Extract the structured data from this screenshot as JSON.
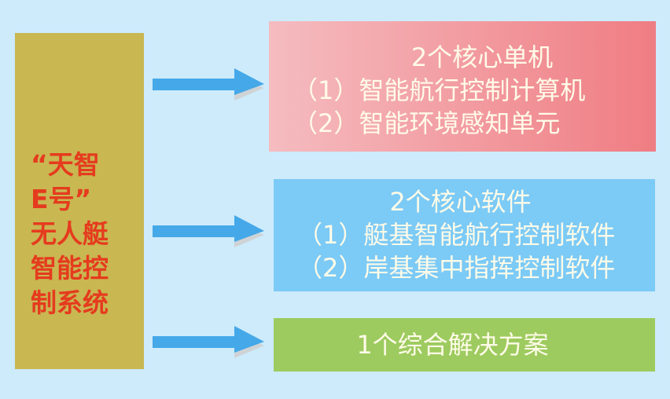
{
  "system": {
    "lines": [
      "“天智",
      "E号”",
      "无人艇",
      "智能控",
      "制系统"
    ]
  },
  "hardware": {
    "title": "2个核心单机",
    "items": [
      "（1）智能航行控制计算机",
      "（2）智能环境感知单元"
    ]
  },
  "software": {
    "title": "2个核心软件",
    "items": [
      "（1）艇基智能航行控制软件",
      "（2）岸基集中指挥控制软件"
    ]
  },
  "solution": {
    "title": "1个综合解决方案"
  },
  "colors": {
    "background": "#cdebfb",
    "system_box": "#c9b752",
    "system_text": "#e53b1e",
    "hardware_box": "#f29ca1",
    "software_box": "#7ccaf6",
    "solution_box": "#9dcb5f",
    "arrow": "#45a8e8"
  }
}
